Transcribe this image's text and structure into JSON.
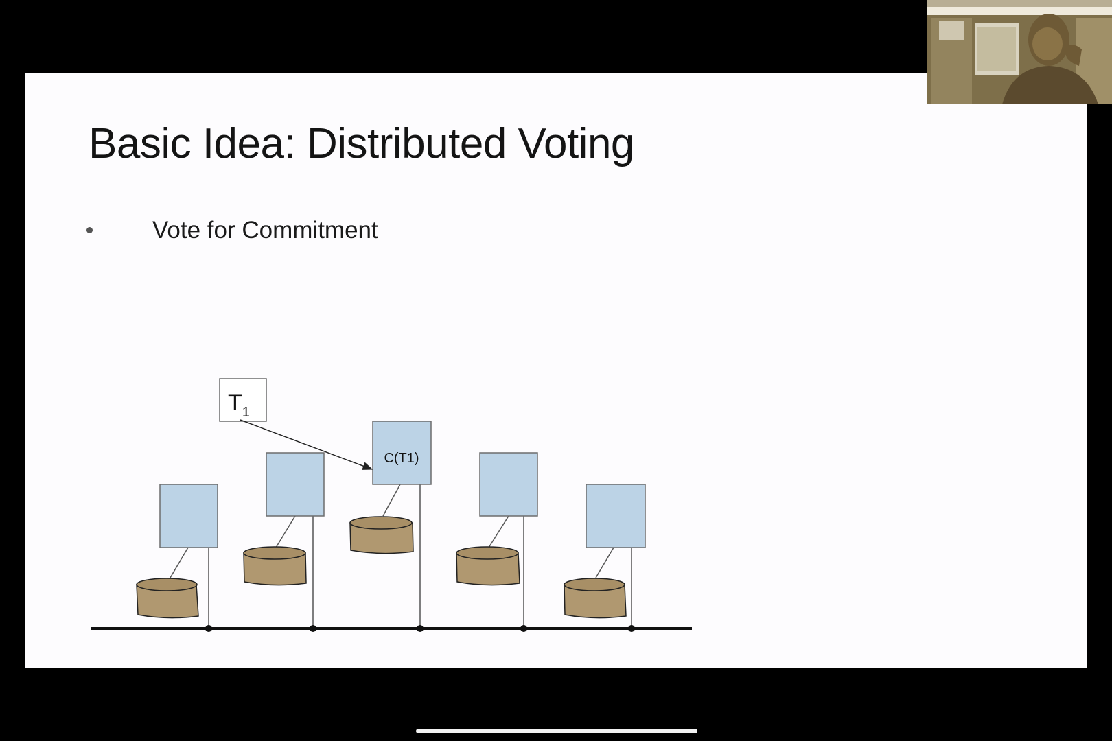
{
  "slide": {
    "title": "Basic Idea: Distributed Voting",
    "bullets": [
      "Vote for Commitment"
    ]
  },
  "diagram": {
    "transaction": {
      "label": "T",
      "subscript": "1"
    },
    "coordinator_label": "C(T1)",
    "site_count": 5,
    "colors": {
      "site_fill": "#bcd3e6",
      "site_stroke": "#6d6d6d",
      "disk_fill": "#b09870",
      "disk_stroke": "#222222",
      "network_line": "#111111"
    }
  },
  "webcam": {
    "label": "presenter-video-thumbnail"
  }
}
